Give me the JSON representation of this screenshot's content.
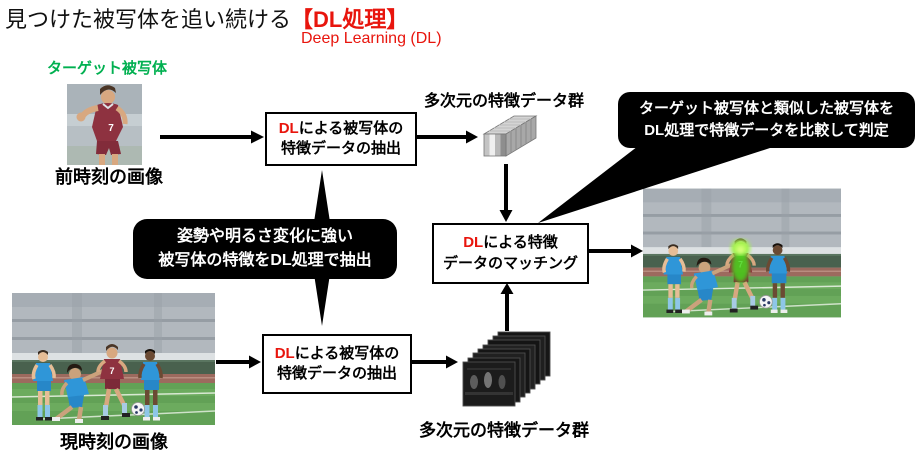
{
  "title": {
    "text": "見つけた被写体を追い続ける",
    "highlight": "【DL処理】",
    "subtitle": "Deep Learning (DL)"
  },
  "colors": {
    "accent_red": "#e8150d",
    "target_green": "#00B050",
    "callout_bg": "#000000",
    "box_border": "#000000",
    "highlight_glow_green": "#46d81e"
  },
  "annotations": {
    "target_label": "ターゲット被写体",
    "prev_frame_caption": "前時刻の画像",
    "current_frame_caption": "現時刻の画像",
    "feature_group_top": "多次元の特徴データ群",
    "feature_group_bottom": "多次元の特徴データ群"
  },
  "process_boxes": {
    "extract_top": {
      "dl": "DL",
      "line1_rest": "による被写体の",
      "line2": "特徴データの抽出"
    },
    "extract_bottom": {
      "dl": "DL",
      "line1_rest": "による被写体の",
      "line2": "特徴データの抽出"
    },
    "matching": {
      "dl": "DL",
      "line1_rest": "による特徴",
      "line2": "データのマッチング"
    }
  },
  "callouts": {
    "robust": {
      "line1": "姿勢や明るさ変化に強い",
      "line2": "被写体の特徴をDL処理で抽出"
    },
    "judge": {
      "line1": "ターゲット被写体と類似した被写体を",
      "line2": "DL処理で特徴データを比較して判定"
    }
  },
  "photos": {
    "jersey_number": "7"
  }
}
